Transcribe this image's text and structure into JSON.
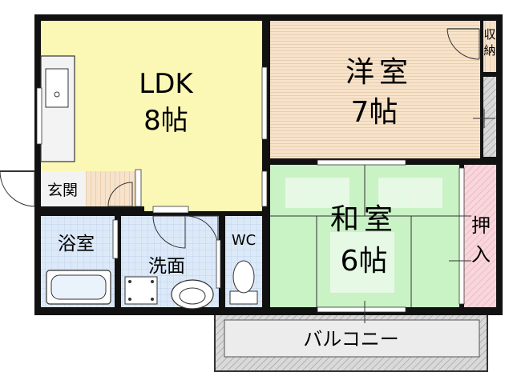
{
  "rooms": {
    "ldk": {
      "name": "LDK",
      "size": "8帖"
    },
    "western": {
      "name": "洋室",
      "size": "7帖"
    },
    "japanese": {
      "name": "和室",
      "size": "6帖"
    },
    "closet_small": {
      "label_line1": "収",
      "label_line2": "納"
    },
    "oshiire": {
      "label_line1": "押",
      "label_line2": "入"
    },
    "entrance": {
      "label": "玄関"
    },
    "bath": {
      "label": "浴室"
    },
    "washroom": {
      "label": "洗面"
    },
    "toilet": {
      "label": "WC"
    },
    "balcony": {
      "label": "バルコニー"
    }
  },
  "colors": {
    "ldk_fill": "#fbf8b6",
    "western_fill": "#f7e3cc",
    "japanese_fill": "#c9f2c5",
    "wet_fill": "#dce9f8",
    "oshiire_fill": "#f8d6dc",
    "balcony_fill": "#d6d6d6",
    "wall": "#111111",
    "entrance_fill": "#f3f3f3"
  }
}
